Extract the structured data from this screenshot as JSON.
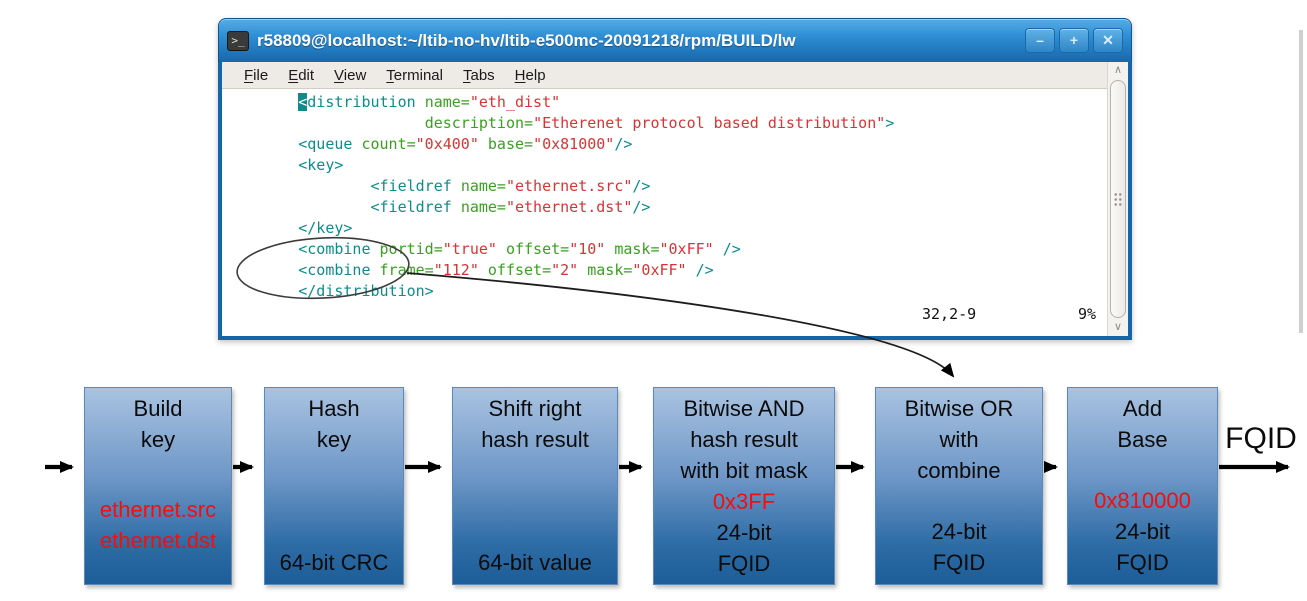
{
  "terminal": {
    "title": "r58809@localhost:~/ltib-no-hv/ltib-e500mc-20091218/rpm/BUILD/lw",
    "icon_glyph": ">_",
    "buttons": {
      "minimize": "–",
      "maximize": "+",
      "close": "✕"
    },
    "menu": [
      {
        "label": "File",
        "u": 0
      },
      {
        "label": "Edit",
        "u": 0
      },
      {
        "label": "View",
        "u": 0
      },
      {
        "label": "Terminal",
        "u": 0
      },
      {
        "label": "Tabs",
        "u": 0
      },
      {
        "label": "Help",
        "u": 0
      }
    ],
    "syntax_colors": {
      "tag": "#0e8c8c",
      "attribute": "#3aa021",
      "value": "#d93434"
    },
    "code_lines": [
      [
        {
          "c": "plain",
          "t": "        "
        },
        {
          "c": "cur",
          "t": "<"
        },
        {
          "c": "tag",
          "t": "distribution"
        },
        {
          "c": "plain",
          "t": " "
        },
        {
          "c": "attr",
          "t": "name="
        },
        {
          "c": "val",
          "t": "\"eth_dist\""
        }
      ],
      [
        {
          "c": "plain",
          "t": "                      "
        },
        {
          "c": "attr",
          "t": "description="
        },
        {
          "c": "val",
          "t": "\"Etherenet protocol based distribution\""
        },
        {
          "c": "tag",
          "t": ">"
        }
      ],
      [
        {
          "c": "plain",
          "t": "        "
        },
        {
          "c": "tag",
          "t": "<queue"
        },
        {
          "c": "plain",
          "t": " "
        },
        {
          "c": "attr",
          "t": "count="
        },
        {
          "c": "val",
          "t": "\"0x400\""
        },
        {
          "c": "plain",
          "t": " "
        },
        {
          "c": "attr",
          "t": "base="
        },
        {
          "c": "val",
          "t": "\"0x81000\""
        },
        {
          "c": "tag",
          "t": "/>"
        }
      ],
      [
        {
          "c": "plain",
          "t": "        "
        },
        {
          "c": "tag",
          "t": "<key>"
        }
      ],
      [
        {
          "c": "plain",
          "t": "                "
        },
        {
          "c": "tag",
          "t": "<fieldref"
        },
        {
          "c": "plain",
          "t": " "
        },
        {
          "c": "attr",
          "t": "name="
        },
        {
          "c": "val",
          "t": "\"ethernet.src\""
        },
        {
          "c": "tag",
          "t": "/>"
        }
      ],
      [
        {
          "c": "plain",
          "t": "                "
        },
        {
          "c": "tag",
          "t": "<fieldref"
        },
        {
          "c": "plain",
          "t": " "
        },
        {
          "c": "attr",
          "t": "name="
        },
        {
          "c": "val",
          "t": "\"ethernet.dst\""
        },
        {
          "c": "tag",
          "t": "/>"
        }
      ],
      [
        {
          "c": "plain",
          "t": "        "
        },
        {
          "c": "tag",
          "t": "</key>"
        }
      ],
      [
        {
          "c": "plain",
          "t": "        "
        },
        {
          "c": "tag",
          "t": "<combine"
        },
        {
          "c": "plain",
          "t": " "
        },
        {
          "c": "attr",
          "t": "portid="
        },
        {
          "c": "val",
          "t": "\"true\""
        },
        {
          "c": "plain",
          "t": " "
        },
        {
          "c": "attr",
          "t": "offset="
        },
        {
          "c": "val",
          "t": "\"10\""
        },
        {
          "c": "plain",
          "t": " "
        },
        {
          "c": "attr",
          "t": "mask="
        },
        {
          "c": "val",
          "t": "\"0xFF\""
        },
        {
          "c": "plain",
          "t": " "
        },
        {
          "c": "tag",
          "t": "/>"
        }
      ],
      [
        {
          "c": "plain",
          "t": "        "
        },
        {
          "c": "tag",
          "t": "<combine"
        },
        {
          "c": "plain",
          "t": " "
        },
        {
          "c": "attr",
          "t": "frame="
        },
        {
          "c": "val",
          "t": "\"112\""
        },
        {
          "c": "plain",
          "t": " "
        },
        {
          "c": "attr",
          "t": "offset="
        },
        {
          "c": "val",
          "t": "\"2\""
        },
        {
          "c": "plain",
          "t": " "
        },
        {
          "c": "attr",
          "t": "mask="
        },
        {
          "c": "val",
          "t": "\"0xFF\""
        },
        {
          "c": "plain",
          "t": " "
        },
        {
          "c": "tag",
          "t": "/>"
        }
      ],
      [
        {
          "c": "plain",
          "t": "        "
        },
        {
          "c": "tag",
          "t": "</distribution>"
        }
      ]
    ],
    "status": {
      "position": "32,2-9",
      "percent": "9%"
    },
    "scrollbar": {
      "up_glyph": "∧",
      "down_glyph": "∨"
    }
  },
  "diagram": {
    "colors": {
      "box_top": "#a9c3e1",
      "box_bottom": "#1d5d98",
      "highlight_red": "#f60d0d"
    },
    "boxes": [
      {
        "name": "build-key",
        "lines": [
          {
            "t": "Build"
          },
          {
            "t": "key"
          },
          {
            "gap": "g"
          },
          {
            "t": "ethernet.src",
            "red": true
          },
          {
            "t": "ethernet.dst",
            "red": true
          },
          {
            "gap": "s"
          }
        ]
      },
      {
        "name": "hash-key",
        "lines": [
          {
            "t": "Hash"
          },
          {
            "t": "key"
          },
          {
            "gap": "g"
          },
          {
            "t": "64-bit CRC"
          }
        ]
      },
      {
        "name": "shift-right",
        "lines": [
          {
            "t": "Shift right"
          },
          {
            "t": "hash result"
          },
          {
            "gap": "g"
          },
          {
            "t": "64-bit value"
          }
        ]
      },
      {
        "name": "bitwise-and",
        "lines": [
          {
            "t": "Bitwise AND"
          },
          {
            "t": "hash result"
          },
          {
            "t": "with bit mask"
          },
          {
            "t": "0x3FF",
            "red": true
          },
          {
            "t": "24-bit"
          },
          {
            "t": "FQID"
          }
        ]
      },
      {
        "name": "bitwise-or",
        "lines": [
          {
            "t": "Bitwise OR"
          },
          {
            "t": "with"
          },
          {
            "t": "combine"
          },
          {
            "gap": "g"
          },
          {
            "t": "24-bit"
          },
          {
            "t": "FQID"
          }
        ]
      },
      {
        "name": "add-base",
        "lines": [
          {
            "t": "Add"
          },
          {
            "t": "Base"
          },
          {
            "gap": "g"
          },
          {
            "t": "0x810000",
            "red": true
          },
          {
            "t": "24-bit"
          },
          {
            "t": "FQID"
          }
        ]
      }
    ],
    "output_label": "FQID"
  }
}
